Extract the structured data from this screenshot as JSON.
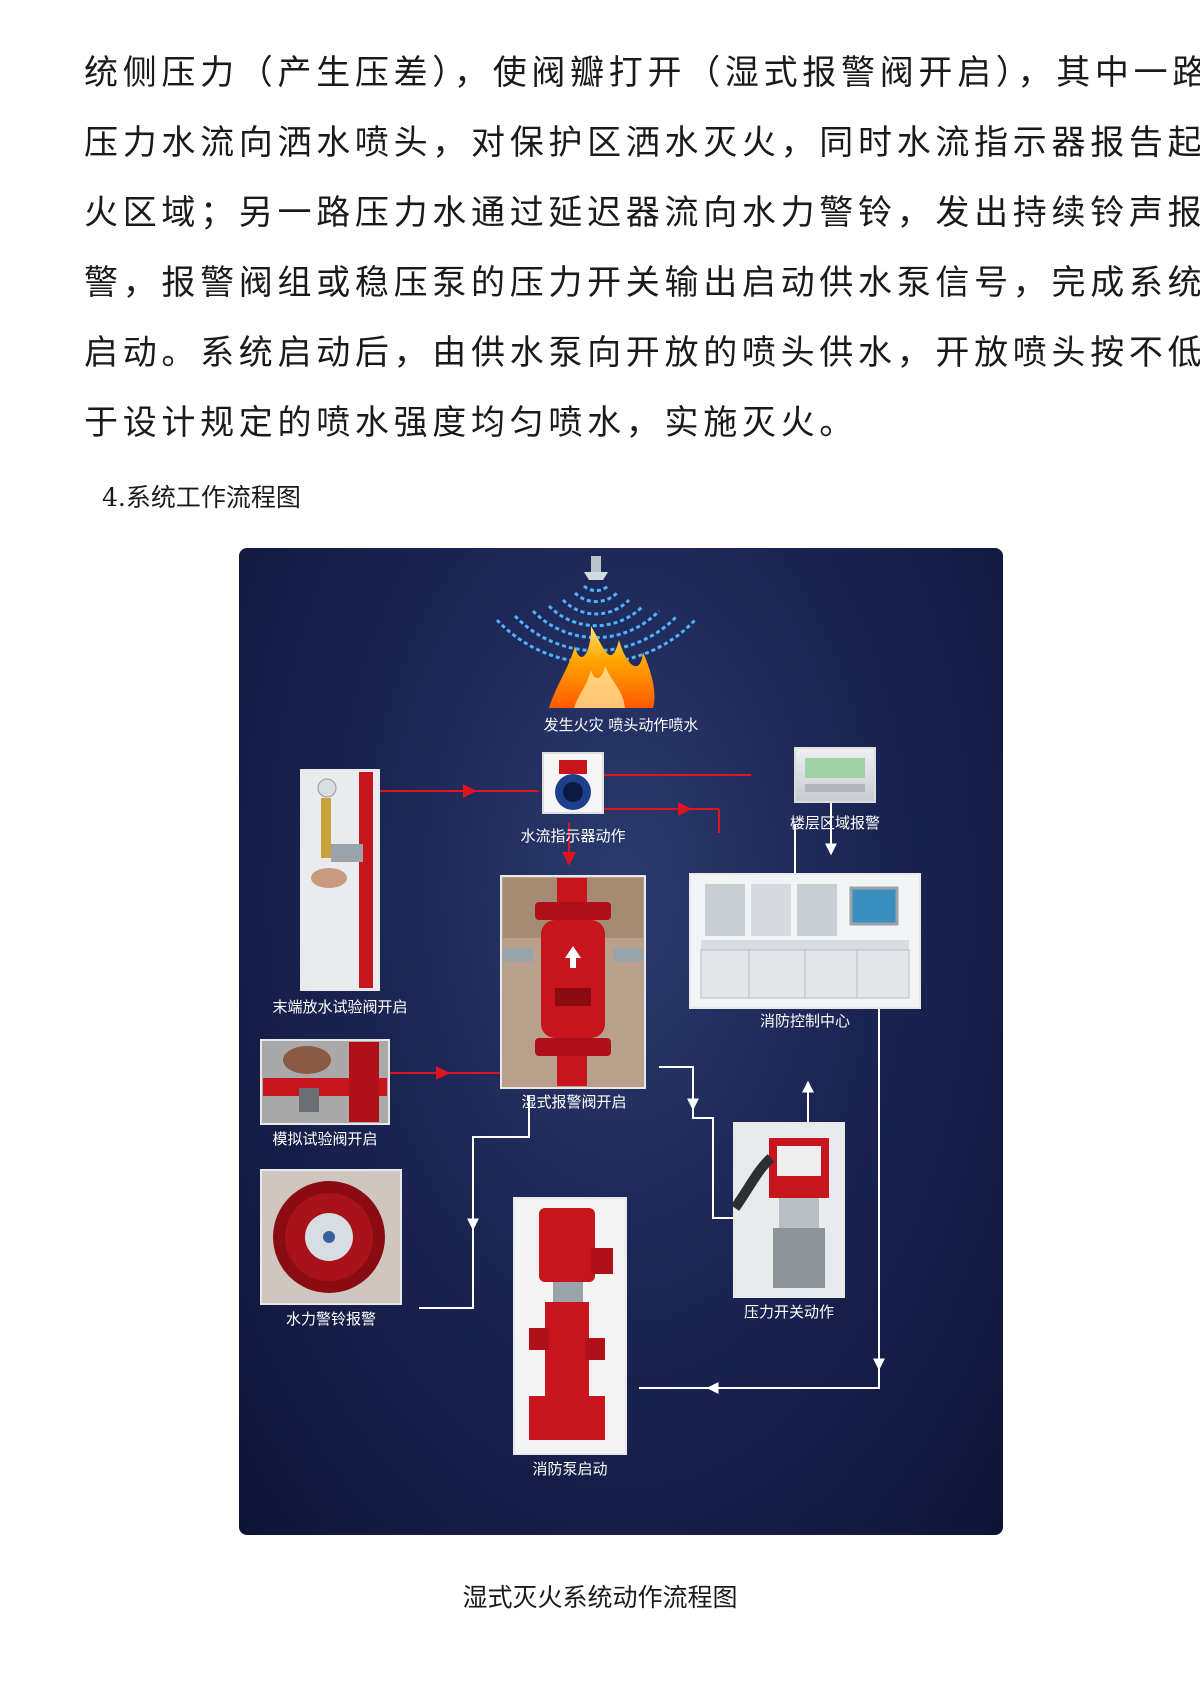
{
  "paragraph": {
    "lines": [
      "统侧压力（产生压差），使阀瓣打开（湿式报警阀开启），其中一路",
      "压力水流向洒水喷头，对保护区洒水灭火，同时水流指示器报告起",
      "火区域；另一路压力水通过延迟器流向水力警铃，发出持续铃声报",
      "警，报警阀组或稳压泵的压力开关输出启动供水泵信号，完成系统",
      "启动。系统启动后，由供水泵向开放的喷头供水，开放喷头按不低",
      "于设计规定的喷水强度均匀喷水，实施灭火。"
    ]
  },
  "section_title": "4.系统工作流程图",
  "diagram": {
    "labels": {
      "fire": "发生火灾  喷头动作喷水",
      "flow_indicator": "水流指示器动作",
      "floor_alarm": "楼层区域报警",
      "end_test_valve": "末端放水试验阀开启",
      "alarm_valve": "湿式报警阀开启",
      "control_center": "消防控制中心",
      "sim_test_valve": "模拟试验阀开启",
      "pressure_switch": "压力开关动作",
      "water_bell": "水力警铃报警",
      "fire_pump": "消防泵启动"
    },
    "colors": {
      "background": "#1b2554",
      "arrow_red": "#e0141e",
      "arrow_white": "#ffffff",
      "equipment_red": "#c8141c"
    }
  },
  "caption": "湿式灭火系统动作流程图"
}
